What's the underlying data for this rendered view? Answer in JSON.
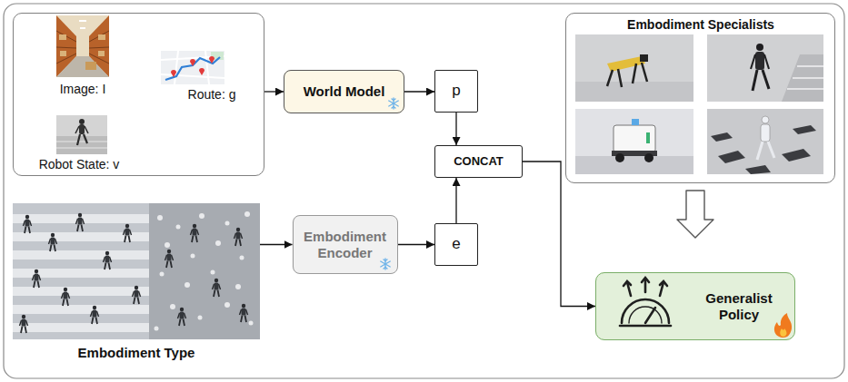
{
  "diagram": {
    "nodes": [
      {
        "text": [
          "Image: I",
          "Route: g",
          "Robot State: v"
        ]
      },
      {
        "text": [
          "World Model"
        ]
      },
      {
        "text": [
          "p"
        ]
      },
      {
        "text": [
          "Embodiment Specialists"
        ]
      },
      {
        "text": [
          "CONCAT"
        ]
      },
      {
        "text": [
          "Embodiment Type"
        ]
      },
      {
        "text": [
          "Embodiment Encoder"
        ]
      },
      {
        "text": [
          "e"
        ]
      },
      {
        "text": [
          "Generalist Policy"
        ]
      }
    ],
    "edges": [
      {
        "from": 0,
        "to": 1,
        "arrow": "to"
      },
      {
        "from": 1,
        "to": 2,
        "arrow": "to"
      },
      {
        "from": 2,
        "to": 4,
        "arrow": "to"
      },
      {
        "from": 3,
        "to": 8,
        "arrow": "to"
      },
      {
        "from": 4,
        "to": 8,
        "arrow": "to"
      },
      {
        "from": 5,
        "to": 6,
        "arrow": "to"
      },
      {
        "from": 6,
        "to": 7,
        "arrow": "to"
      },
      {
        "from": 7,
        "to": 4,
        "arrow": "to"
      }
    ]
  }
}
